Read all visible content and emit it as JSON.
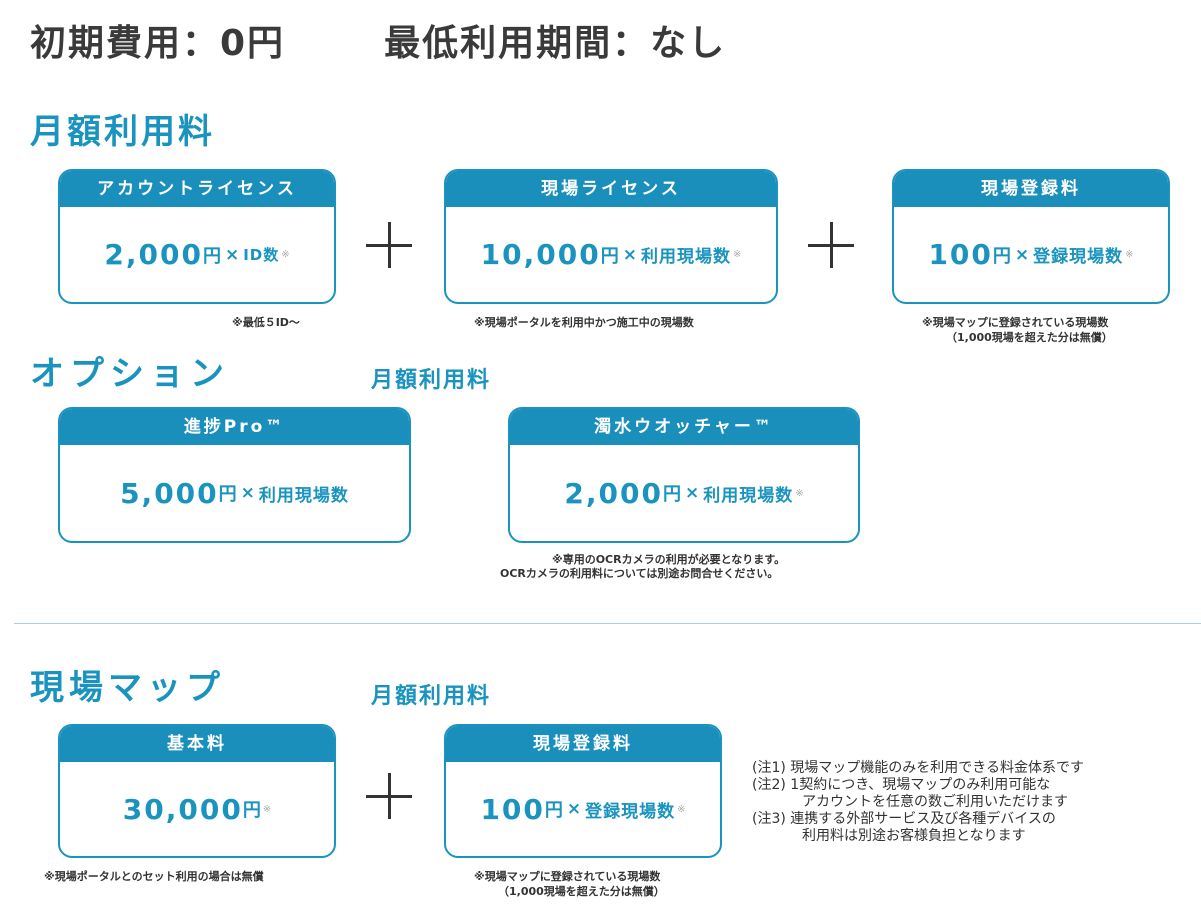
{
  "header": {
    "initial_cost": "初期費用：0円",
    "min_period": "最低利用期間：なし"
  },
  "monthly": {
    "title": "月額利用料",
    "account": {
      "head": "アカウントライセンス",
      "price": "2,000",
      "yen": "円",
      "times": "×",
      "unit": "ID数",
      "mark": "※",
      "note": "※最低５ID～"
    },
    "site": {
      "head": "現場ライセンス",
      "price": "10,000",
      "yen": "円",
      "times": "×",
      "unit": "利用現場数",
      "mark": "※",
      "note": "※現場ポータルを利用中かつ施工中の現場数"
    },
    "registration": {
      "head": "現場登録料",
      "price": "100",
      "yen": "円",
      "times": "×",
      "unit": "登録現場数",
      "mark": "※",
      "note1": "※現場マップに登録されている現場数",
      "note2": "（1,000現場を超えた分は無償）"
    }
  },
  "options": {
    "title": "オプション",
    "sub": "月額利用料",
    "shinchoku": {
      "head": "進捗Pro™",
      "price": "5,000",
      "yen": "円",
      "times": "×",
      "unit": "利用現場数"
    },
    "dakusui": {
      "head": "濁水ウオッチャー™",
      "price": "2,000",
      "yen": "円",
      "times": "×",
      "unit": "利用現場数",
      "mark": "※",
      "note1": "※専用のOCRカメラの利用が必要となります。",
      "note2": "OCRカメラの利用料については別途お問合せください。"
    }
  },
  "map": {
    "title": "現場マップ",
    "sub": "月額利用料",
    "basic": {
      "head": "基本料",
      "price": "30,000",
      "yen": "円",
      "mark": "※",
      "note": "※現場ポータルとのセット利用の場合は無償"
    },
    "registration": {
      "head": "現場登録料",
      "price": "100",
      "yen": "円",
      "times": "×",
      "unit": "登録現場数",
      "mark": "※",
      "note1": "※現場マップに登録されている現場数",
      "note2": "（1,000現場を超えた分は無償）"
    },
    "notes": [
      "(注1) 現場マップ機能のみを利用できる料金体系です",
      "(注2) 1契約につき、現場マップのみ利用可能な",
      "アカウントを任意の数ご利用いただけます",
      "(注3) 連携する外部サービス及び各種デバイスの",
      "利用料は別途お客様負担となります"
    ]
  }
}
